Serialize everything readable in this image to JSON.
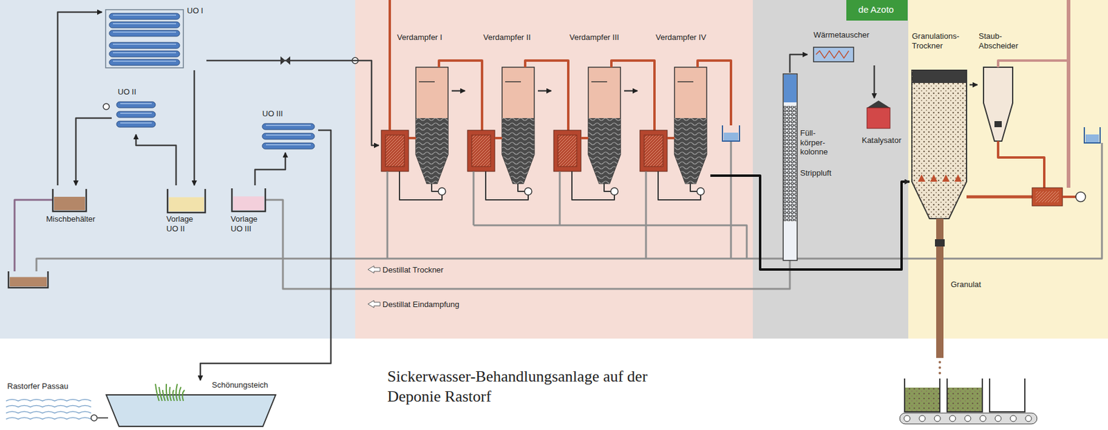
{
  "diagram": {
    "caption": "Sickerwasser-Behandlungsanlage auf der Deponie Rastorf",
    "nodes": [
      {
        "text": [
          "UO I"
        ]
      },
      {
        "text": [
          "UO II"
        ]
      },
      {
        "text": [
          "UO III"
        ]
      },
      {
        "text": [
          "Mischbehälter"
        ]
      },
      {
        "text": [
          "Vorlage UO II"
        ]
      },
      {
        "text": [
          "Vorlage UO III"
        ]
      },
      {
        "text": [
          "Verdampfer I"
        ]
      },
      {
        "text": [
          "Verdampfer II"
        ]
      },
      {
        "text": [
          "Verdampfer III"
        ]
      },
      {
        "text": [
          "Verdampfer IV"
        ]
      },
      {
        "text": [
          "Wärmetauscher"
        ]
      },
      {
        "text": [
          "Füll- körper- kolonne",
          "Strippluft"
        ]
      },
      {
        "text": [
          "Katalysator"
        ]
      },
      {
        "text": [
          "Granulations- Trockner"
        ]
      },
      {
        "text": [
          "Staub- Abscheider"
        ]
      },
      {
        "text": [
          "Schönungsteich"
        ]
      },
      {
        "text": [
          "de Azoto"
        ]
      }
    ],
    "edges": [
      {
        "from": 3,
        "to": 0,
        "arrow": "to"
      },
      {
        "from": 0,
        "to": 6,
        "arrow": "to"
      },
      {
        "from": 0,
        "to": 4,
        "arrow": "to"
      },
      {
        "from": 4,
        "to": 1,
        "arrow": "to"
      },
      {
        "from": 1,
        "to": 3,
        "arrow": "to"
      },
      {
        "from": 5,
        "to": 2,
        "arrow": "to"
      },
      {
        "from": 2,
        "to": 15,
        "arrow": "to"
      },
      {
        "from": 6,
        "to": 7,
        "arrow": "to"
      },
      {
        "from": 7,
        "to": 8,
        "arrow": "to"
      },
      {
        "from": 8,
        "to": 9,
        "arrow": "to"
      },
      {
        "from": 9,
        "to": 13,
        "arrow": "to"
      },
      {
        "from": 11,
        "to": 10,
        "arrow": "to"
      },
      {
        "from": 10,
        "to": 12,
        "arrow": "to"
      },
      {
        "from": 13,
        "to": 14,
        "arrow": "to"
      }
    ],
    "labels": [
      "Destillat Trockner",
      "Destillat Eindampfung",
      "Granulat",
      "Rastorfer Passau"
    ]
  }
}
